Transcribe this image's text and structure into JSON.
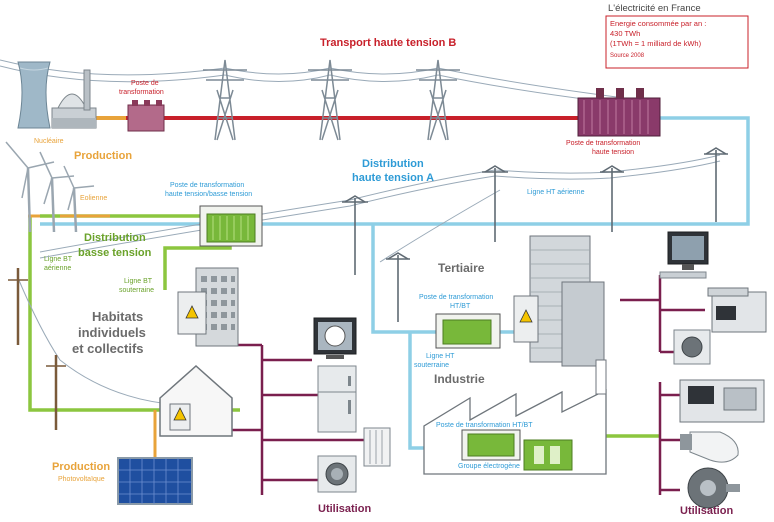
{
  "info_box": {
    "title": "L'électricité en France",
    "line1": "Energie consommée par an :",
    "line2": "430 TWh",
    "line3": "(1TWh = 1 milliard de kWh)",
    "source": "Source 2008"
  },
  "sections": {
    "transport": "Transport haute tension B",
    "distribution_a_1": "Distribution",
    "distribution_a_2": "haute tension A",
    "distribution_bt_1": "Distribution",
    "distribution_bt_2": "basse tension",
    "production_top": "Production",
    "production_bottom": "Production",
    "tertiaire": "Tertiaire",
    "habitats_1": "Habitats",
    "habitats_2": "individuels",
    "habitats_3": "et collectifs",
    "industrie": "Industrie",
    "utilisation_center": "Utilisation",
    "utilisation_right": "Utilisation"
  },
  "labels": {
    "nucleaire": "Nucléaire",
    "eolienne": "Eolienne",
    "photovoltaique": "Photovoltaïque",
    "poste_transfo_1": "Poste de",
    "poste_transfo_2": "transformation",
    "poste_ht_1": "Poste de transformation",
    "poste_ht_2": "haute tension",
    "poste_htbt_1": "Poste de transformation",
    "poste_htbt_2": "haute tension/basse tension",
    "ligne_ht_aerienne": "Ligne HT aérienne",
    "ligne_bt_aerienne_1": "Ligne BT",
    "ligne_bt_aerienne_2": "aérienne",
    "ligne_bt_souterraine_1": "Ligne BT",
    "ligne_bt_souterraine_2": "souterraine",
    "poste_tertiaire_1": "Poste de transformation",
    "poste_tertiaire_2": "HT/BT",
    "ligne_ht_souterraine_1": "Ligne HT",
    "ligne_ht_souterraine_2": "souterraine",
    "poste_industrie": "Poste de transformation HT/BT",
    "groupe_electrogene": "Groupe électrogène"
  },
  "colors": {
    "transport_red": "#c8202a",
    "distribution_blue": "#8ecfe6",
    "bt_green": "#8cc63f",
    "utilisation_purple": "#7a1f4e",
    "production_orange": "#e8a33a",
    "title_blue": "#2e9bd6",
    "label_green": "#6aa22a"
  }
}
